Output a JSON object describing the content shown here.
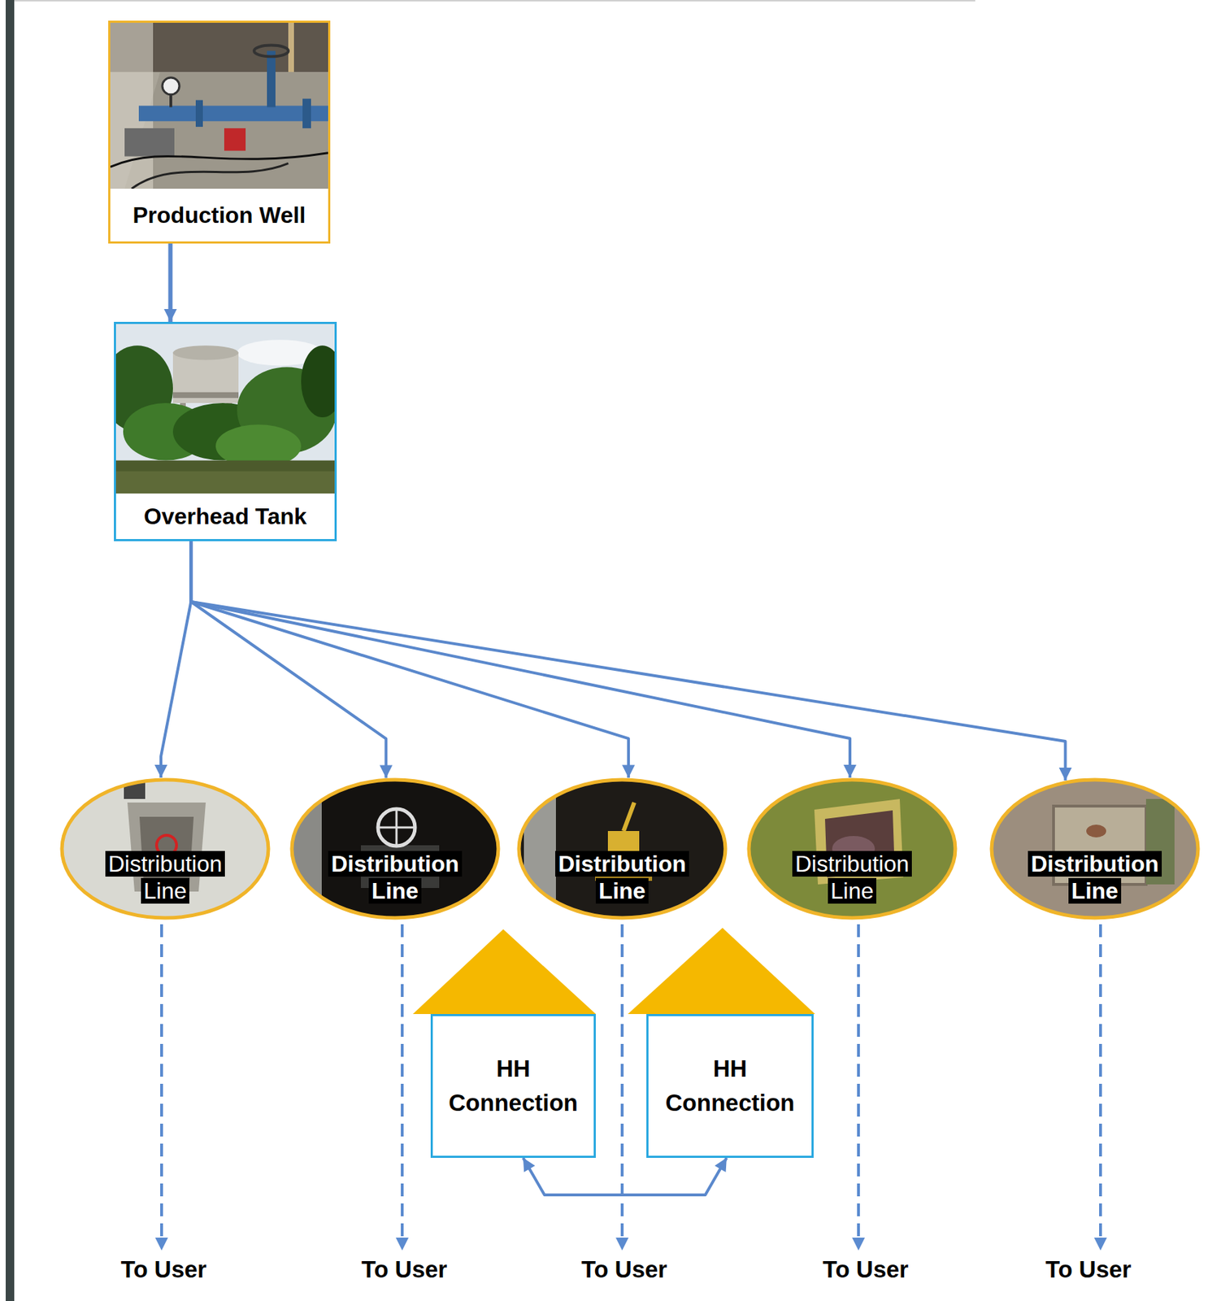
{
  "diagram": {
    "nodes": [
      {
        "text": [
          "Production Well"
        ]
      },
      {
        "text": [
          "Overhead Tank"
        ]
      },
      {
        "text": [
          "Distribution Line"
        ]
      },
      {
        "text": [
          "Distribution Line"
        ]
      },
      {
        "text": [
          "Distribution Line"
        ]
      },
      {
        "text": [
          "Distribution Line"
        ]
      },
      {
        "text": [
          "Distribution Line"
        ]
      },
      {
        "text": [
          "HH Connection"
        ]
      },
      {
        "text": [
          "HH Connection"
        ]
      }
    ],
    "edges": [
      {
        "from": 0,
        "to": 1,
        "arrow": "to"
      },
      {
        "from": 1,
        "to": 2,
        "arrow": "to"
      },
      {
        "from": 1,
        "to": 3,
        "arrow": "to"
      },
      {
        "from": 1,
        "to": 4,
        "arrow": "to"
      },
      {
        "from": 1,
        "to": 5,
        "arrow": "to"
      },
      {
        "from": 1,
        "to": 6,
        "arrow": "to"
      },
      {
        "from": 7,
        "to": 8,
        "arrow": "both"
      }
    ],
    "labels": [
      "To User",
      "To User",
      "To User",
      "To User",
      "To User"
    ]
  }
}
